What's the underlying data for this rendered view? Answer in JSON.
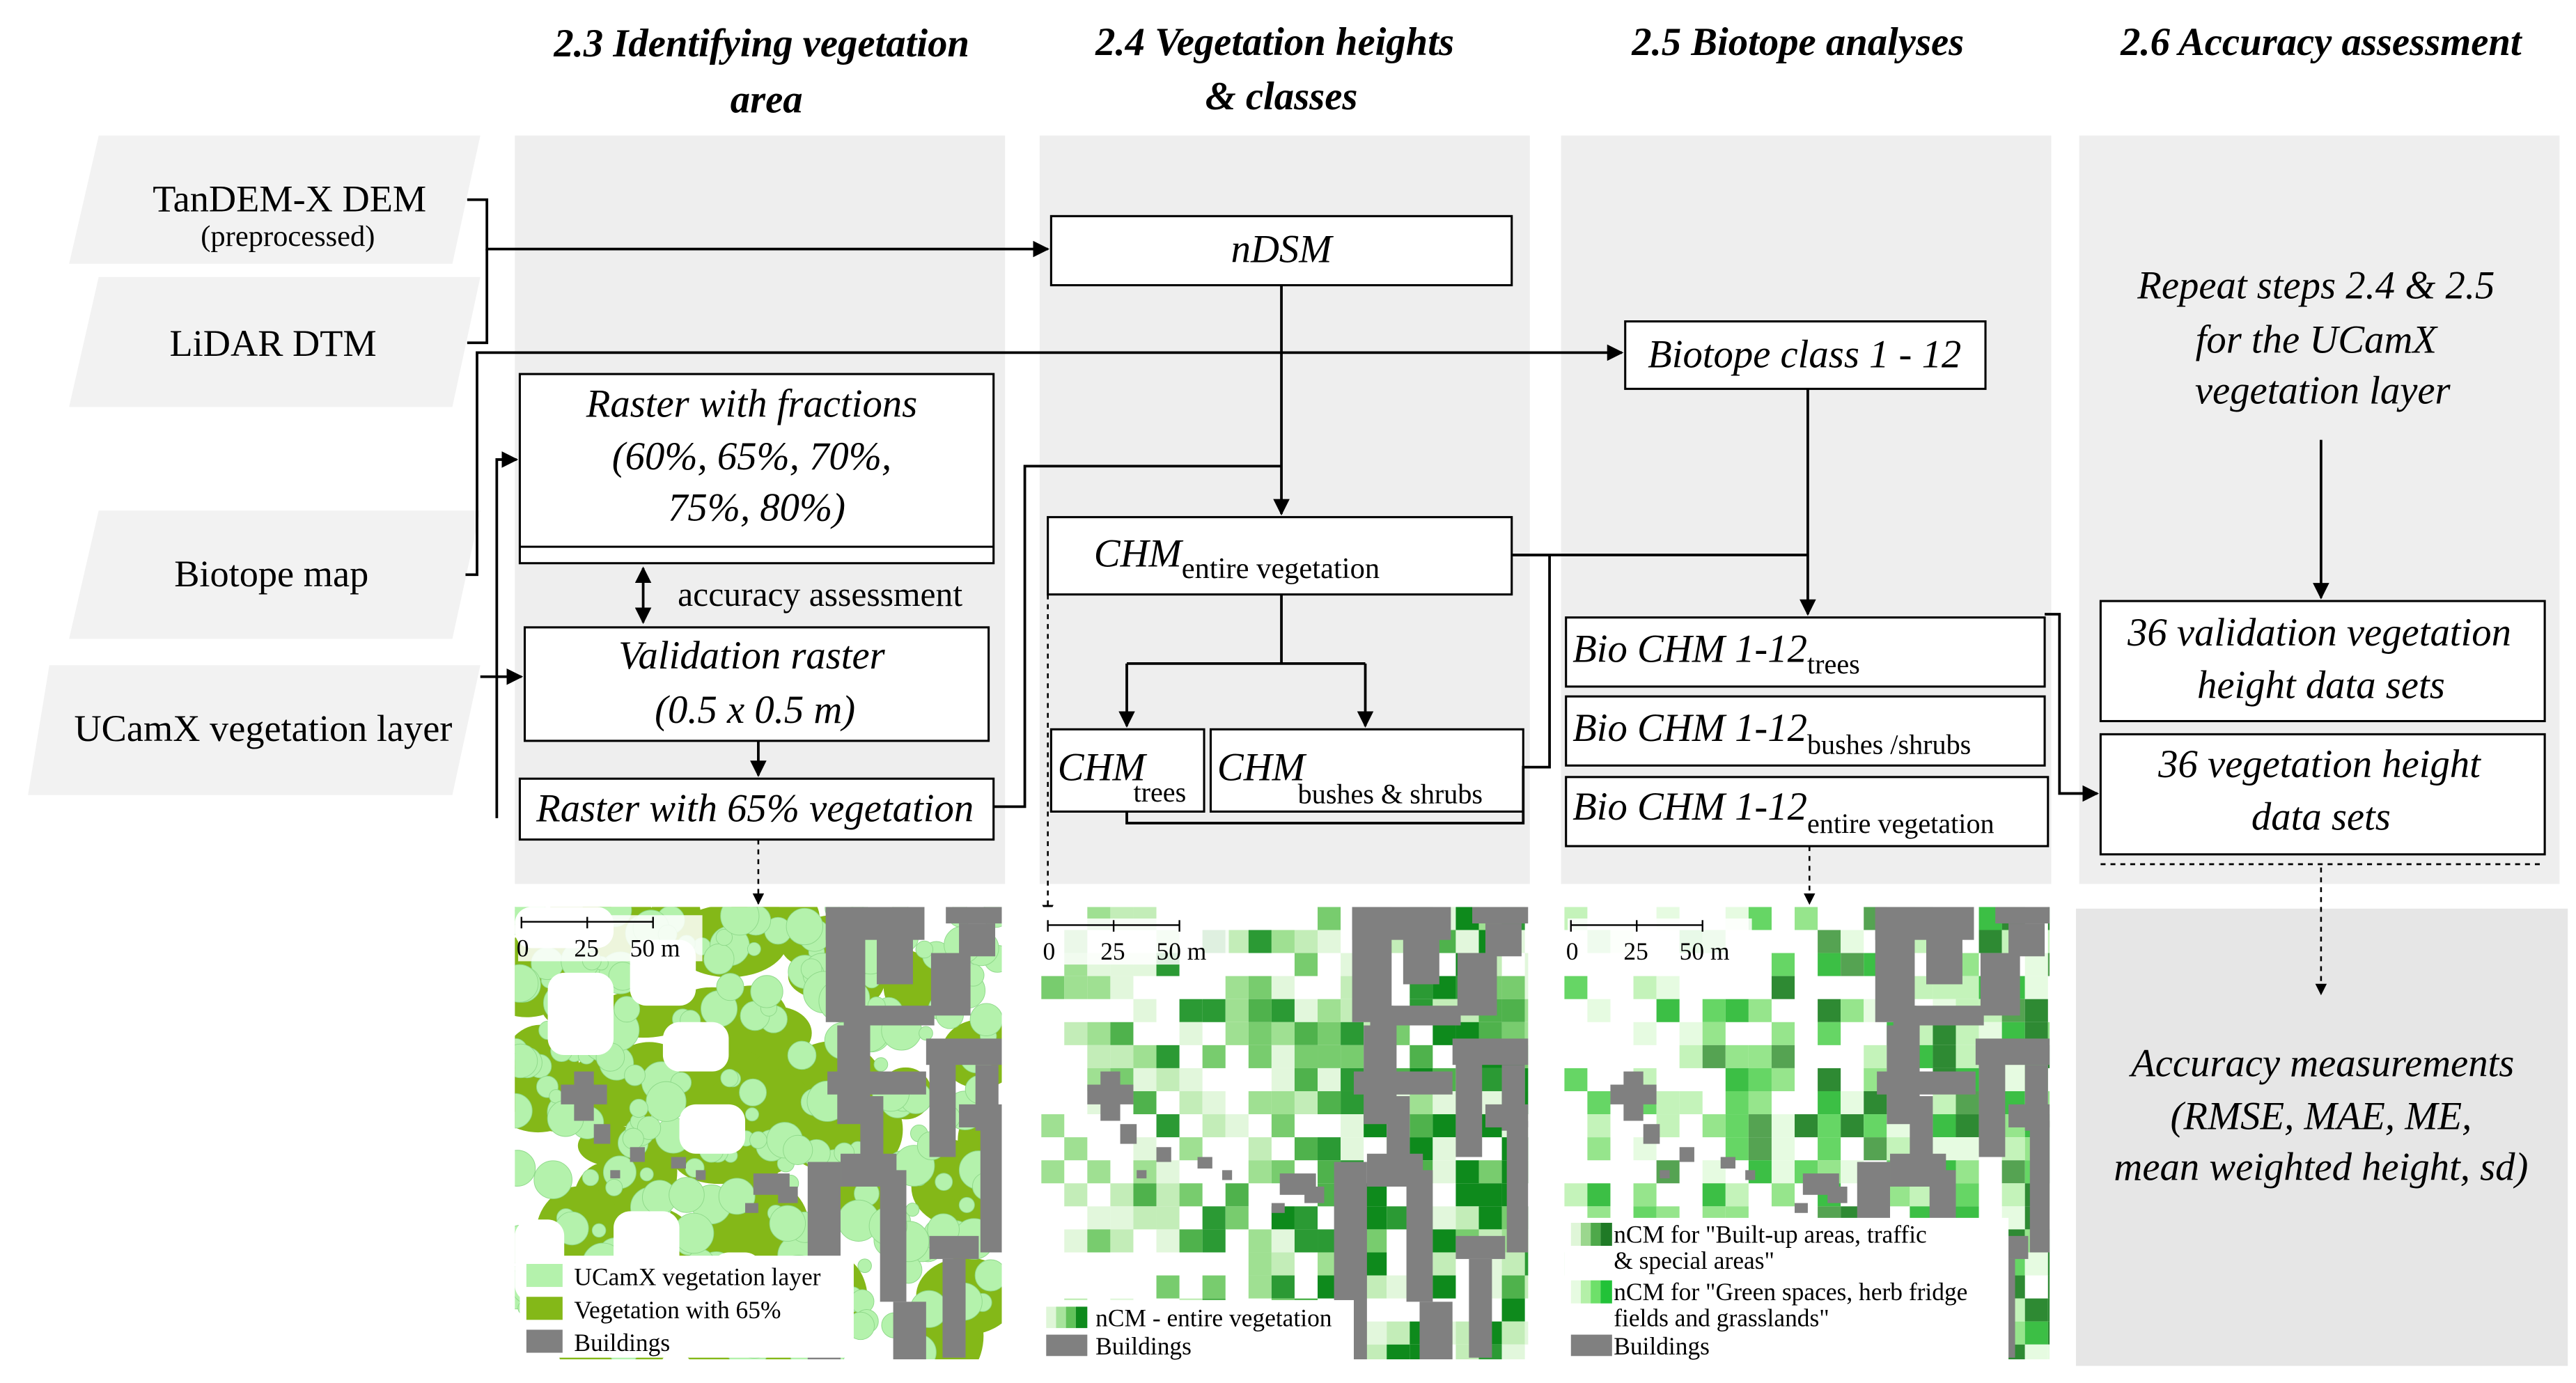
{
  "headers": {
    "s23": [
      "2.3 Identifying vegetation",
      "area"
    ],
    "s24": [
      "2.4 Vegetation heights",
      "& classes"
    ],
    "s25": "2.5 Biotope analyses",
    "s26": "2.6 Accuracy assessment"
  },
  "inputs": {
    "tandem": "TanDEM-X DEM",
    "tandem_sub": "(preprocessed)",
    "lidar": "LiDAR DTM",
    "biotope_map": "Biotope map",
    "ucamx": "UCamX vegetation layer"
  },
  "boxes": {
    "ndsm": "nDSM",
    "biotope_class": "Biotope class 1 - 12",
    "raster_fractions": [
      "Raster with fractions",
      "(60%, 65%, 70%,",
      "75%, 80%)"
    ],
    "accuracy_assessment": "accuracy assessment",
    "validation_raster": [
      "Validation raster",
      "(0.5 x 0.5 m)"
    ],
    "raster_65": "Raster with 65% vegetation",
    "chm_entire": {
      "main": "CHM",
      "sub": "entire vegetation"
    },
    "chm_trees": {
      "main": "CHM",
      "sub": "trees"
    },
    "chm_bushes": {
      "main": "CHM",
      "sub": "bushes & shrubs"
    },
    "bio_trees": {
      "main": "Bio CHM 1-12",
      "sub": "trees"
    },
    "bio_bushes": {
      "main": "Bio CHM 1-12",
      "sub": "bushes /shrubs"
    },
    "bio_entire": {
      "main": "Bio CHM 1-12",
      "sub": "entire vegetation"
    },
    "repeat_steps": [
      "Repeat steps 2.4 & 2.5",
      "for the UCamX",
      "vegetation layer"
    ],
    "val_36": [
      "36 validation vegetation",
      "height data sets"
    ],
    "veg_36": [
      "36 vegetation height",
      "data sets"
    ],
    "accuracy_measurements": [
      "Accuracy measurements",
      "(RMSE, MAE, ME,",
      "mean weighted height, sd)"
    ]
  },
  "maps": {
    "scale": {
      "t0": "0",
      "t1": "25",
      "t2": "50 m"
    },
    "legend1": [
      "UCamX vegetation layer",
      "Vegetation with 65%",
      "Buildings"
    ],
    "legend2": [
      "nCM - entire vegetation",
      "Buildings"
    ],
    "legend3": [
      "nCM for \"Built-up areas, traffic",
      "& special areas\"",
      "nCM for \"Green spaces, herb fridge",
      "fields and grasslands\"",
      "Buildings"
    ]
  },
  "colors": {
    "panel_gray": "#eeeeee",
    "input_gray": "#f2f2f2",
    "accuracy_panel": "#e6e6e6",
    "building": "#808080",
    "ucamx_light_green": "#b4f2ac",
    "vegetation_65": "#84b818",
    "ncm_dark_green": "#0e8a1c"
  }
}
